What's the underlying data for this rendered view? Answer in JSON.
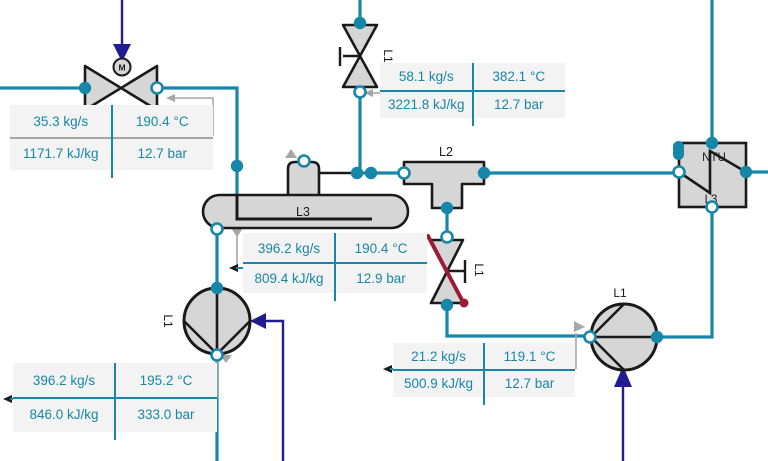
{
  "colors": {
    "pipe": "#1787a9",
    "actuator_blue": "#211c91",
    "component_fill": "#d6d6d6",
    "component_stroke": "#1a1a1a",
    "label_background": "#f3f3f3",
    "label_text": "#1787a9",
    "leader_gray": "#a6a6a6",
    "blocked_red": "#9e1b33"
  },
  "components": {
    "motor_valve": {
      "tag": "M"
    },
    "inlet_valve": {
      "tag": "L1"
    },
    "tee": {
      "tag": "L2"
    },
    "drum": {
      "tag": "L3"
    },
    "blocked_valve": {
      "tag": "L1"
    },
    "feed_pump": {
      "tag": "L1"
    },
    "recirc_pump": {
      "tag": "L1"
    },
    "heat_exchanger": {
      "tag": "NTU",
      "sub_tag": "L3"
    }
  },
  "stream_labels": [
    {
      "flow": "35.3 kg/s",
      "temperature": "190.4 °C",
      "enthalpy": "1171.7 kJ/kg",
      "pressure": "12.7 bar"
    },
    {
      "flow": "58.1 kg/s",
      "temperature": "382.1 °C",
      "enthalpy": "3221.8 kJ/kg",
      "pressure": "12.7 bar"
    },
    {
      "flow": "396.2 kg/s",
      "temperature": "190.4 °C",
      "enthalpy": "809.4 kJ/kg",
      "pressure": "12.9 bar"
    },
    {
      "flow": "396.2 kg/s",
      "temperature": "195.2 °C",
      "enthalpy": "846.0 kJ/kg",
      "pressure": "333.0 bar"
    },
    {
      "flow": "21.2 kg/s",
      "temperature": "119.1 °C",
      "enthalpy": "500.9 kJ/kg",
      "pressure": "12.7 bar"
    }
  ]
}
